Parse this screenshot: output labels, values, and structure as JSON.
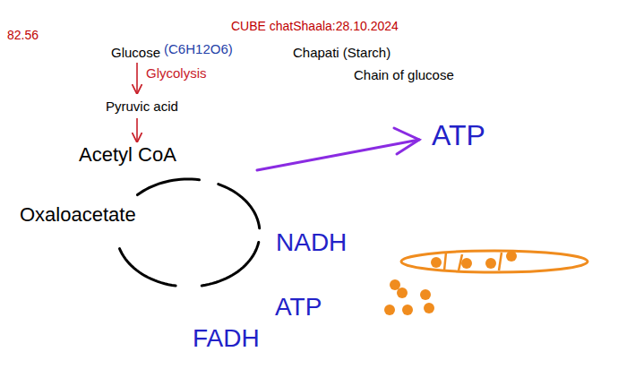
{
  "diagram": {
    "labels": [
      "82.56",
      "CUBE chatShaala:28.10.2024",
      "Glucose",
      "(C6H12O6)",
      "Chapati (Starch)",
      "Glycolysis",
      "Chain of glucose",
      "Pyruvic acid",
      "Acetyl CoA",
      "ATP",
      "Oxaloacetate",
      "NADH",
      "ATP",
      "FADH"
    ]
  }
}
